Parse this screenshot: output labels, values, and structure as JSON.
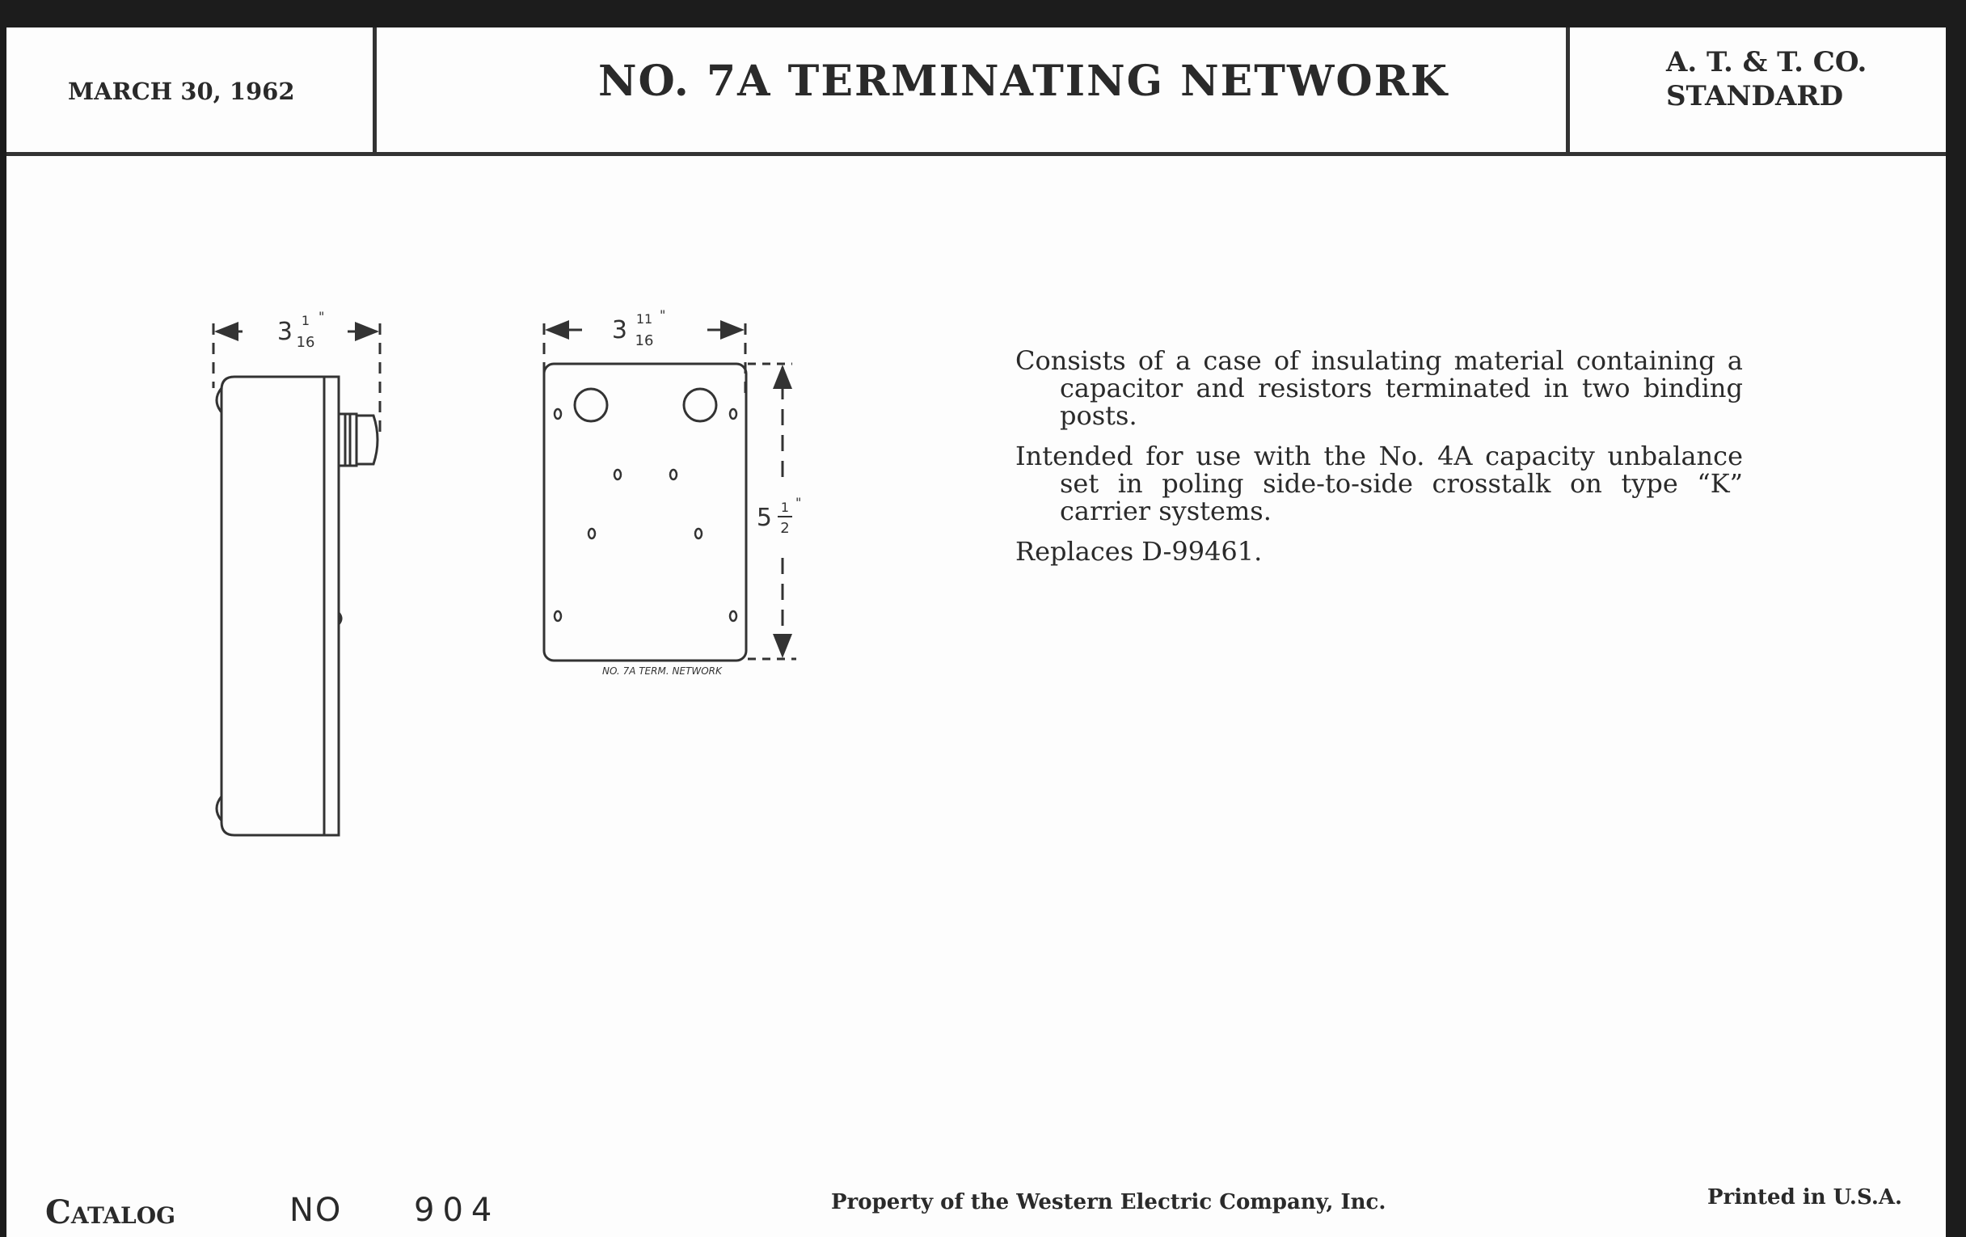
{
  "header": {
    "date": "MARCH 30, 1962",
    "title": "NO. 7A TERMINATING NETWORK",
    "standard_line1": "A. T. & T. CO.",
    "standard_line2": "STANDARD"
  },
  "drawing": {
    "side_width_whole": "3",
    "side_width_num": "1",
    "side_width_den": "16",
    "front_width_whole": "3",
    "front_width_num": "11",
    "front_width_den": "16",
    "height_whole": "5",
    "height_num": "1",
    "height_den": "2",
    "inch_mark": "\"",
    "caption": "NO. 7A TERM. NETWORK"
  },
  "description": {
    "paragraphs": [
      "Consists of a case of insulating material containing a capacitor and resistors terminated in two binding posts.",
      "Intended for use with the No. 4A capacity unbalance set in poling side-to-side crosstalk on type “K” carrier systems.",
      "Replaces D-99461."
    ]
  },
  "footer": {
    "catalog_label": "Catalog",
    "no_label": "NO",
    "catalog_number": "904",
    "property": "Property of the Western Electric Company, Inc.",
    "printed": "Printed in U.S.A."
  }
}
